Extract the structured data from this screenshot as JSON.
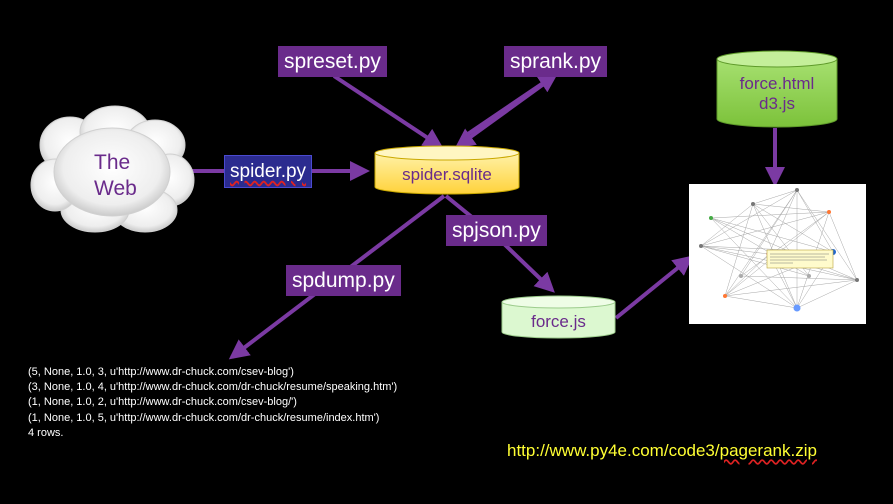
{
  "cloud": {
    "label_line1": "The",
    "label_line2": "Web"
  },
  "labels": {
    "spreset": "spreset.py",
    "sprank": "sprank.py",
    "spider": "spider.py",
    "spjson": "spjson.py",
    "spdump": "spdump.py"
  },
  "databases": {
    "spider_sqlite": "spider.sqlite",
    "force_js": "force.js",
    "force_html_line1": "force.html",
    "force_html_line2": "d3.js"
  },
  "dump_output": [
    "(5, None, 1.0, 3, u'http://www.dr-chuck.com/csev-blog')",
    "(3, None, 1.0, 4, u'http://www.dr-chuck.com/dr-chuck/resume/speaking.htm')",
    "(1, None, 1.0, 2, u'http://www.dr-chuck.com/csev-blog/')",
    "(1, None, 1.0, 5, u'http://www.dr-chuck.com/dr-chuck/resume/index.htm')",
    "4 rows."
  ],
  "url": {
    "prefix": "http://www.py4e.com/code3/",
    "file": "pagerank.zip"
  },
  "colors": {
    "background": "#000000",
    "label_purple": "#6a2b8b",
    "label_navy": "#2b2b8f",
    "arrow_purple": "#7b3aa3",
    "db_yellow": "#ffe066",
    "db_light_green": "#d9f7cc",
    "db_green": "#8fd14f",
    "url_yellow": "#ffff33"
  },
  "icons": [
    "cloud-icon",
    "database-icon",
    "graph-thumbnail"
  ]
}
